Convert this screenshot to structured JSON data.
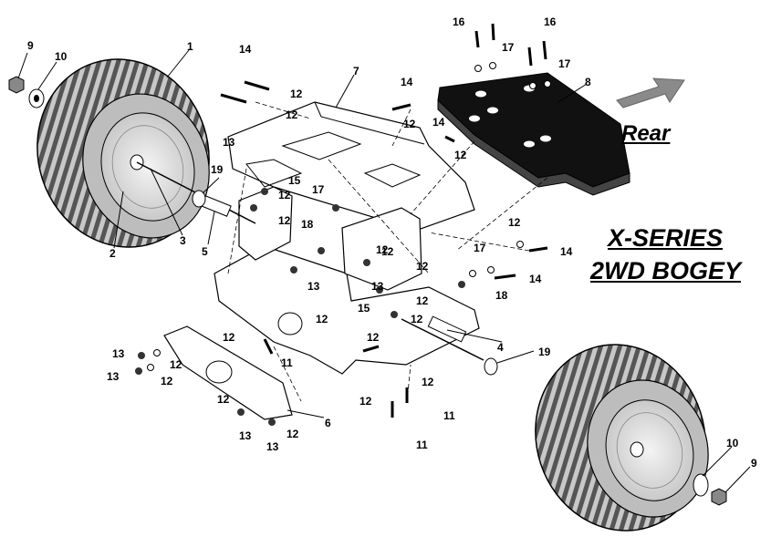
{
  "title": {
    "line1": "X-SERIES",
    "line2": "2WD BOGEY"
  },
  "direction_label": "Rear",
  "callouts": [
    {
      "id": "c1",
      "text": "1"
    },
    {
      "id": "c2",
      "text": "2"
    },
    {
      "id": "c3",
      "text": "3"
    },
    {
      "id": "c4",
      "text": "4"
    },
    {
      "id": "c5",
      "text": "5"
    },
    {
      "id": "c6",
      "text": "6"
    },
    {
      "id": "c7",
      "text": "7"
    },
    {
      "id": "c8",
      "text": "8"
    },
    {
      "id": "c9a",
      "text": "9"
    },
    {
      "id": "c9b",
      "text": "9"
    },
    {
      "id": "c10a",
      "text": "10"
    },
    {
      "id": "c10b",
      "text": "10"
    },
    {
      "id": "c11a",
      "text": "11"
    },
    {
      "id": "c11b",
      "text": "11"
    },
    {
      "id": "c11c",
      "text": "11"
    },
    {
      "id": "c12a",
      "text": "12"
    },
    {
      "id": "c12b",
      "text": "12"
    },
    {
      "id": "c12c",
      "text": "12"
    },
    {
      "id": "c12d",
      "text": "12"
    },
    {
      "id": "c12e",
      "text": "12"
    },
    {
      "id": "c12f",
      "text": "12"
    },
    {
      "id": "c12g",
      "text": "12"
    },
    {
      "id": "c12h",
      "text": "12"
    },
    {
      "id": "c12i",
      "text": "12"
    },
    {
      "id": "c12j",
      "text": "12"
    },
    {
      "id": "c12k",
      "text": "12"
    },
    {
      "id": "c12l",
      "text": "12"
    },
    {
      "id": "c12m",
      "text": "12"
    },
    {
      "id": "c12n",
      "text": "12"
    },
    {
      "id": "c12o",
      "text": "12"
    },
    {
      "id": "c12p",
      "text": "12"
    },
    {
      "id": "c12q",
      "text": "12"
    },
    {
      "id": "c12r",
      "text": "12"
    },
    {
      "id": "c12s",
      "text": "12"
    },
    {
      "id": "c12t",
      "text": "12"
    },
    {
      "id": "c12u",
      "text": "12"
    },
    {
      "id": "c13a",
      "text": "13"
    },
    {
      "id": "c13b",
      "text": "13"
    },
    {
      "id": "c13c",
      "text": "13"
    },
    {
      "id": "c13d",
      "text": "13"
    },
    {
      "id": "c13e",
      "text": "13"
    },
    {
      "id": "c13f",
      "text": "13"
    },
    {
      "id": "c13g",
      "text": "13"
    },
    {
      "id": "c14a",
      "text": "14"
    },
    {
      "id": "c14b",
      "text": "14"
    },
    {
      "id": "c14c",
      "text": "14"
    },
    {
      "id": "c14d",
      "text": "14"
    },
    {
      "id": "c14e",
      "text": "14"
    },
    {
      "id": "c15a",
      "text": "15"
    },
    {
      "id": "c15b",
      "text": "15"
    },
    {
      "id": "c16a",
      "text": "16"
    },
    {
      "id": "c16b",
      "text": "16"
    },
    {
      "id": "c17a",
      "text": "17"
    },
    {
      "id": "c17b",
      "text": "17"
    },
    {
      "id": "c17c",
      "text": "17"
    },
    {
      "id": "c17d",
      "text": "17"
    },
    {
      "id": "c18a",
      "text": "18"
    },
    {
      "id": "c18b",
      "text": "18"
    },
    {
      "id": "c19a",
      "text": "19"
    },
    {
      "id": "c19b",
      "text": "19"
    }
  ]
}
